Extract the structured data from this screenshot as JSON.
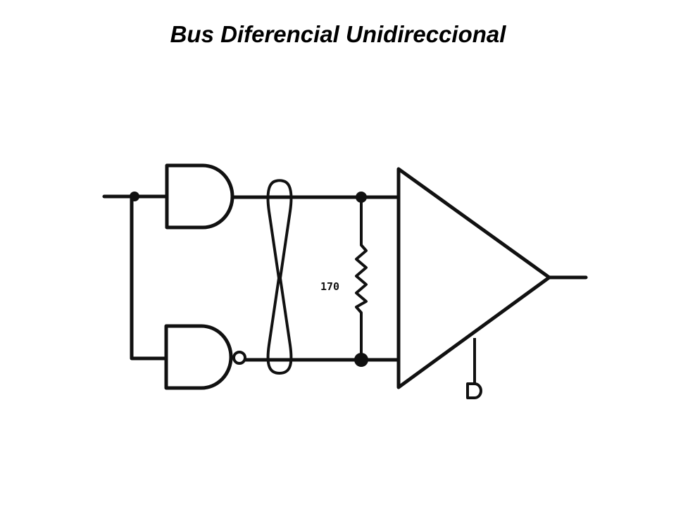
{
  "slide": {
    "title": "Bus Diferencial Unidireccional"
  },
  "diagram": {
    "resistor_label": "170",
    "components": [
      {
        "name": "input-line",
        "kind": "wire"
      },
      {
        "name": "and-gate",
        "kind": "logic-gate",
        "function": "AND"
      },
      {
        "name": "nand-gate",
        "kind": "logic-gate",
        "function": "NAND"
      },
      {
        "name": "twisted-pair",
        "kind": "cable"
      },
      {
        "name": "termination-resistor",
        "kind": "resistor"
      },
      {
        "name": "differential-receiver",
        "kind": "amplifier"
      },
      {
        "name": "enable-input",
        "kind": "terminal"
      },
      {
        "name": "output-line",
        "kind": "wire"
      }
    ]
  }
}
